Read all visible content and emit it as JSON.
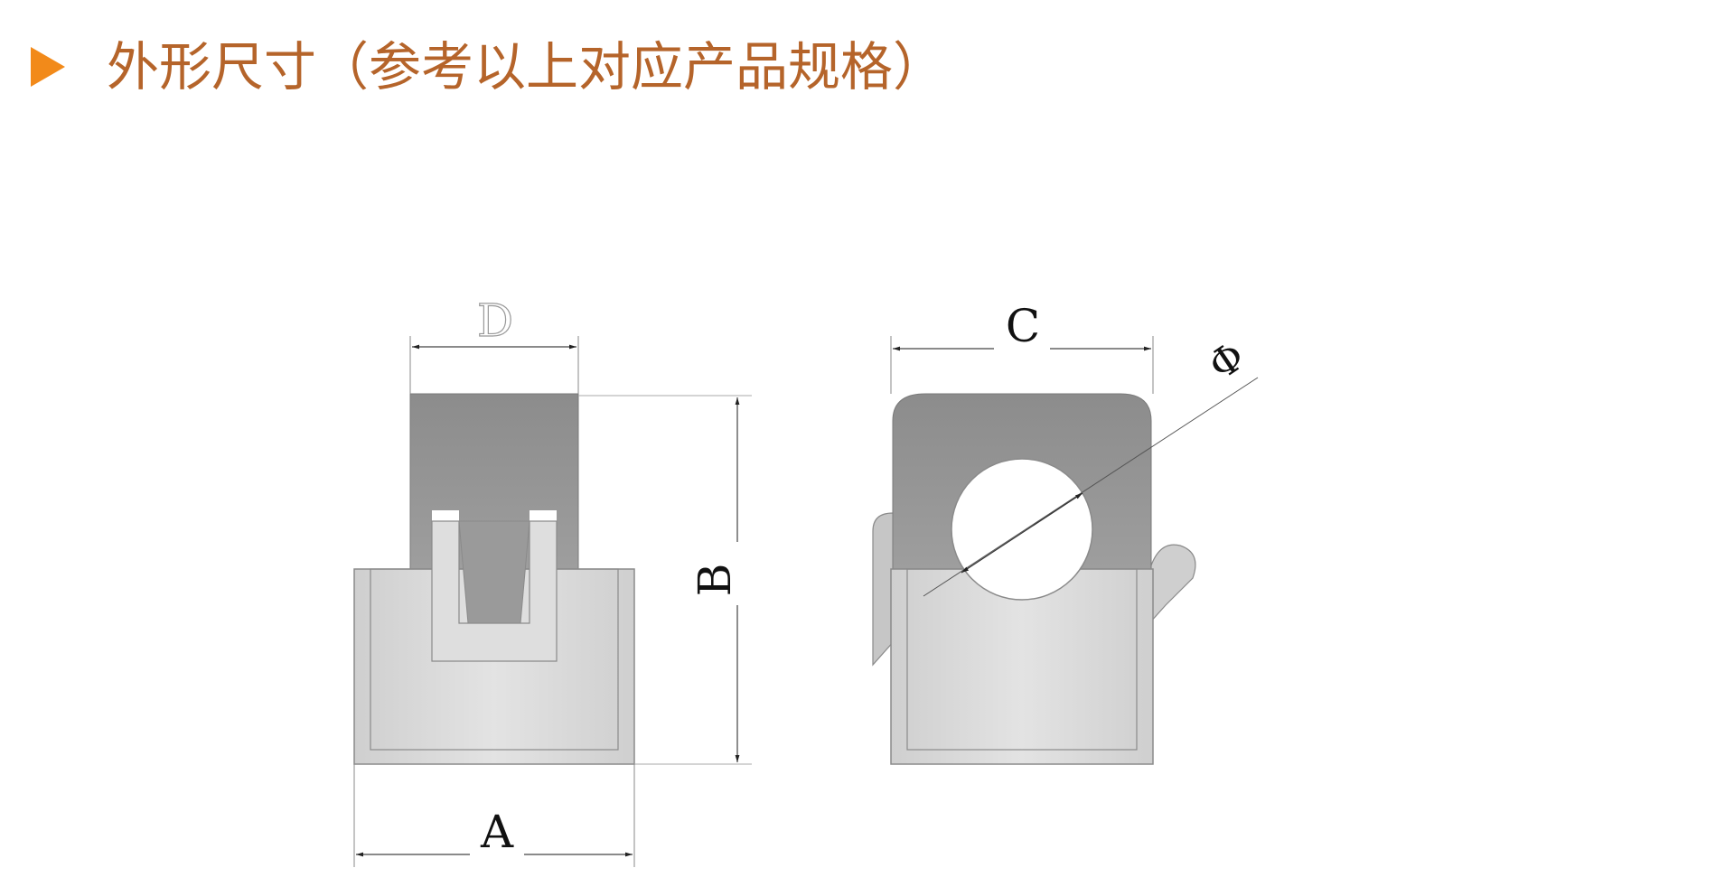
{
  "header": {
    "title": "外形尺寸（参考以上对应产品规格）",
    "accent_color": "#f28a1a",
    "title_color": "#b5642a",
    "icon": "play-triangle-icon"
  },
  "diagram": {
    "labels": {
      "A": "A",
      "B": "B",
      "C": "C",
      "D": "D",
      "phi": "Φ"
    },
    "colors": {
      "core_dark": "#8f8f8f",
      "housing_light": "#d9d9d9",
      "outline": "#777777",
      "dim_line": "#555555"
    }
  }
}
